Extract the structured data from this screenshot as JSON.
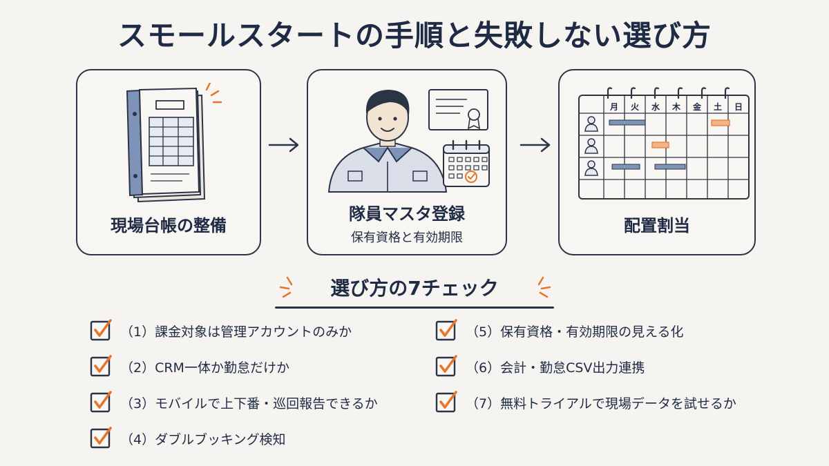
{
  "title": "スモールスタートの手順と失敗しない選び方",
  "steps": [
    {
      "label": "現場台帳の整備",
      "icon": "ledger-icon"
    },
    {
      "label": "隊員マスタ登録",
      "sublabel": "保有資格と有効期限",
      "icon": "guard-profile-icon"
    },
    {
      "label": "配置割当",
      "icon": "schedule-calendar-icon"
    }
  ],
  "calendar": {
    "days": [
      "月",
      "火",
      "水",
      "木",
      "金",
      "土",
      "日"
    ]
  },
  "checklist": {
    "title": "選び方の7チェック",
    "items": [
      "（1）課金対象は管理アカウントのみか",
      "（2）CRM一体か勤怠だけか",
      "（3）モバイルで上下番・巡回報告できるか",
      "（4）ダブルブッキング検知",
      "（5）保有資格・有効期限の見える化",
      "（6）会計・勤怠CSV出力連携",
      "（7）無料トライアルで現場データを試せるか"
    ]
  },
  "colors": {
    "ink": "#1f2a44",
    "accent": "#e8742c",
    "blue": "#7f93b8",
    "background": "#f5f4f0"
  }
}
